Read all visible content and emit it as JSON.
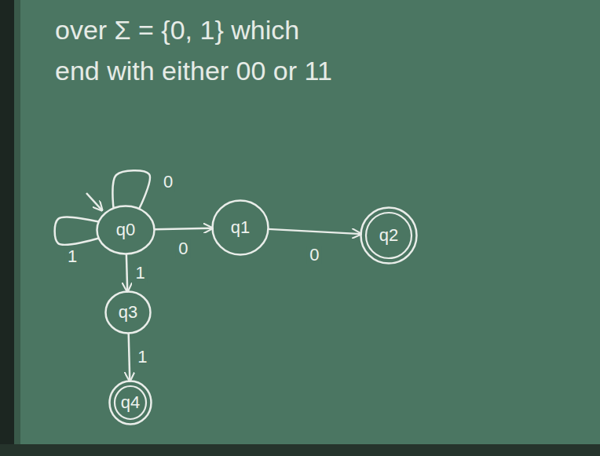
{
  "diagram": {
    "title": "over Σ = {0, 1} which end with either 00 or 11",
    "nodes": [
      {
        "text": [
          "q0"
        ]
      },
      {
        "text": [
          "q1"
        ]
      },
      {
        "text": [
          "q2"
        ]
      },
      {
        "text": [
          "q3"
        ]
      },
      {
        "text": [
          "q4"
        ]
      }
    ],
    "edges": [
      {
        "from": 0,
        "to": 0,
        "label": "0",
        "arrow": "none"
      },
      {
        "from": 0,
        "to": 0,
        "label": "1",
        "arrow": "none"
      },
      {
        "from": 0,
        "to": 1,
        "label": "0",
        "arrow": "to"
      },
      {
        "from": 1,
        "to": 2,
        "label": "0",
        "arrow": "to"
      },
      {
        "from": 0,
        "to": 3,
        "label": "1",
        "arrow": "to"
      },
      {
        "from": 3,
        "to": 4,
        "label": "1",
        "arrow": "to"
      }
    ]
  }
}
